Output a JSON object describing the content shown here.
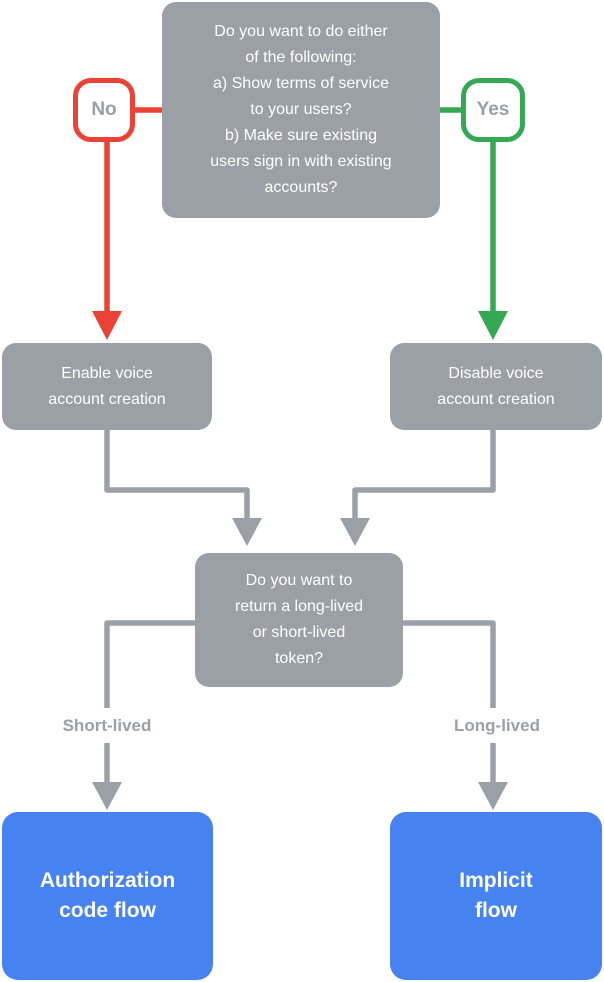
{
  "colors": {
    "node_gray": "#9aa0a6",
    "connector_gray": "#9aa0a6",
    "no_red": "#ea4335",
    "yes_green": "#34a853",
    "result_blue": "#4683f0",
    "node_text": "#ffffff",
    "muted_text": "#9aa0a6",
    "background": "#ffffff"
  },
  "flowchart": {
    "top_question": "Do you want to do either\nof the following:\na) Show terms of service\nto your users?\nb) Make sure existing\nusers sign in with existing\naccounts?",
    "no_label": "No",
    "yes_label": "Yes",
    "enable_node": "Enable voice\naccount creation",
    "disable_node": "Disable voice\naccount creation",
    "token_question": "Do you want to\nreturn a long-lived\nor short-lived\ntoken?",
    "short_lived_label": "Short-lived",
    "long_lived_label": "Long-lived",
    "authorization_result": "Authorization\ncode flow",
    "implicit_result": "Implicit\nflow"
  }
}
